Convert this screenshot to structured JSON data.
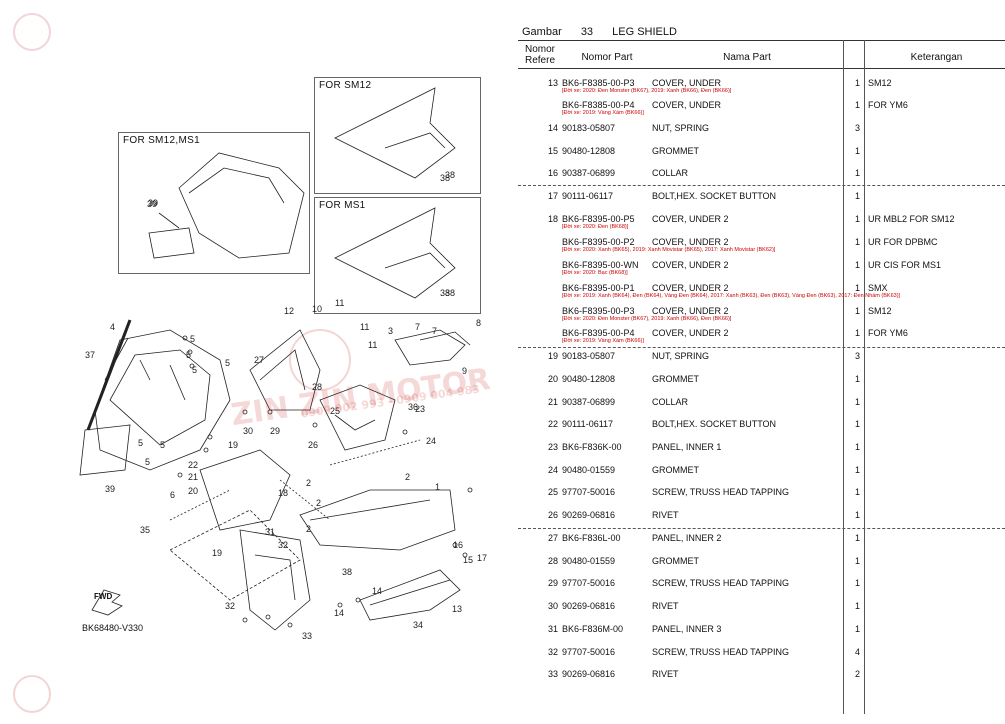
{
  "header": {
    "gambar_label": "Gambar",
    "gambar_no": "33",
    "title": "LEG SHIELD"
  },
  "columns": {
    "ref": "Nomor\nRefere",
    "part": "Nomor Part",
    "name": "Nama Part",
    "remark": "Keterangan"
  },
  "diagram": {
    "inset1": "FOR SM12,MS1",
    "inset2": "FOR SM12",
    "inset3": "FOR MS1",
    "fig_code": "BK68480-V330",
    "fwd": "FWD",
    "watermark": "ZIN ZIN MOTOR",
    "watermark_phone": "0909 002 993 - 0909 004 983",
    "callouts": [
      "39",
      "38",
      "38",
      "37",
      "4",
      "5",
      "5",
      "5",
      "5",
      "5",
      "5",
      "12",
      "10",
      "11",
      "11",
      "11",
      "3",
      "7",
      "7",
      "8",
      "9",
      "27",
      "28",
      "29",
      "30",
      "26",
      "25",
      "23",
      "24",
      "22",
      "21",
      "20",
      "19",
      "18",
      "19",
      "31",
      "32",
      "6",
      "35",
      "2",
      "2",
      "2",
      "2",
      "1",
      "36",
      "38",
      "16",
      "15",
      "17",
      "14",
      "14",
      "13",
      "34",
      "32",
      "33",
      "5",
      "39"
    ]
  },
  "rows": [
    {
      "no": "13",
      "pn": "BK6-F8385-00-P3",
      "nm": "COVER, UNDER",
      "qty": "1",
      "rem": "SM12",
      "note": "[Đời xe: 2020: Đen Monster (BK67), 2019: Xanh (BK66), Đen (BK66)]"
    },
    {
      "no": "",
      "pn": "BK6-F8385-00-P4",
      "nm": "COVER, UNDER",
      "qty": "1",
      "rem": "FOR YM6",
      "note": "[Đời xe: 2019: Vàng Xám (BK66)]"
    },
    {
      "no": "14",
      "pn": "90183-05807",
      "nm": "NUT, SPRING",
      "qty": "3",
      "rem": "",
      "note": ""
    },
    {
      "no": "15",
      "pn": "90480-12808",
      "nm": "GROMMET",
      "qty": "1",
      "rem": "",
      "note": ""
    },
    {
      "no": "16",
      "pn": "90387-06899",
      "nm": "COLLAR",
      "qty": "1",
      "rem": "",
      "note": ""
    },
    {
      "no": "17",
      "pn": "90111-06117",
      "nm": "BOLT,HEX. SOCKET BUTTON",
      "qty": "1",
      "rem": "",
      "note": ""
    },
    {
      "no": "18",
      "pn": "BK6-F8395-00-P5",
      "nm": "COVER, UNDER 2",
      "qty": "1",
      "rem": "UR MBL2 FOR SM12",
      "note": "[Đời xe: 2020: Đen (BK68)]"
    },
    {
      "no": "",
      "pn": "BK6-F8395-00-P2",
      "nm": "COVER, UNDER 2",
      "qty": "1",
      "rem": "UR FOR DPBMC",
      "note": "[Đời xe: 2020: Xanh (BK65), 2019: Xanh Movistar (BK65), 2017: Xanh Movistar (BK62)]"
    },
    {
      "no": "",
      "pn": "BK6-F8395-00-WN",
      "nm": "COVER, UNDER 2",
      "qty": "1",
      "rem": "UR CIS FOR MS1",
      "note": "[Đời xe: 2020: Bạc (BK68)]"
    },
    {
      "no": "",
      "pn": "BK6-F8395-00-P1",
      "nm": "COVER, UNDER 2",
      "qty": "1",
      "rem": "SMX",
      "note": "[Đời xe: 2019: Xanh (BK64), Đen (BK64), Vàng Đen (BK64), 2017: Xanh (BK63), Đen (BK63), Vàng Đen (BK63), 2017: Đen Nhám (BK63)]"
    },
    {
      "no": "",
      "pn": "BK6-F8395-00-P3",
      "nm": "COVER, UNDER 2",
      "qty": "1",
      "rem": "SM12",
      "note": "[Đời xe: 2020: Đen Monster (BK67), 2019: Xanh (BK66), Đen (BK66)]"
    },
    {
      "no": "",
      "pn": "BK6-F8395-00-P4",
      "nm": "COVER, UNDER 2",
      "qty": "1",
      "rem": "FOR YM6",
      "note": "[Đời xe: 2019: Vàng Xám (BK66)]"
    },
    {
      "no": "19",
      "pn": "90183-05807",
      "nm": "NUT, SPRING",
      "qty": "3",
      "rem": "",
      "note": ""
    },
    {
      "no": "20",
      "pn": "90480-12808",
      "nm": "GROMMET",
      "qty": "1",
      "rem": "",
      "note": ""
    },
    {
      "no": "21",
      "pn": "90387-06899",
      "nm": "COLLAR",
      "qty": "1",
      "rem": "",
      "note": ""
    },
    {
      "no": "22",
      "pn": "90111-06117",
      "nm": "BOLT,HEX. SOCKET BUTTON",
      "qty": "1",
      "rem": "",
      "note": ""
    },
    {
      "no": "23",
      "pn": "BK6-F836K-00",
      "nm": "PANEL, INNER 1",
      "qty": "1",
      "rem": "",
      "note": ""
    },
    {
      "no": "24",
      "pn": "90480-01559",
      "nm": "GROMMET",
      "qty": "1",
      "rem": "",
      "note": ""
    },
    {
      "no": "25",
      "pn": "97707-50016",
      "nm": "SCREW, TRUSS HEAD TAPPING",
      "qty": "1",
      "rem": "",
      "note": ""
    },
    {
      "no": "26",
      "pn": "90269-06816",
      "nm": "RIVET",
      "qty": "1",
      "rem": "",
      "note": ""
    },
    {
      "no": "27",
      "pn": "BK6-F836L-00",
      "nm": "PANEL, INNER 2",
      "qty": "1",
      "rem": "",
      "note": ""
    },
    {
      "no": "28",
      "pn": "90480-01559",
      "nm": "GROMMET",
      "qty": "1",
      "rem": "",
      "note": ""
    },
    {
      "no": "29",
      "pn": "97707-50016",
      "nm": "SCREW, TRUSS HEAD TAPPING",
      "qty": "1",
      "rem": "",
      "note": ""
    },
    {
      "no": "30",
      "pn": "90269-06816",
      "nm": "RIVET",
      "qty": "1",
      "rem": "",
      "note": ""
    },
    {
      "no": "31",
      "pn": "BK6-F836M-00",
      "nm": "PANEL, INNER 3",
      "qty": "1",
      "rem": "",
      "note": ""
    },
    {
      "no": "32",
      "pn": "97707-50016",
      "nm": "SCREW, TRUSS HEAD TAPPING",
      "qty": "4",
      "rem": "",
      "note": ""
    },
    {
      "no": "33",
      "pn": "90269-06816",
      "nm": "RIVET",
      "qty": "2",
      "rem": "",
      "note": ""
    }
  ]
}
